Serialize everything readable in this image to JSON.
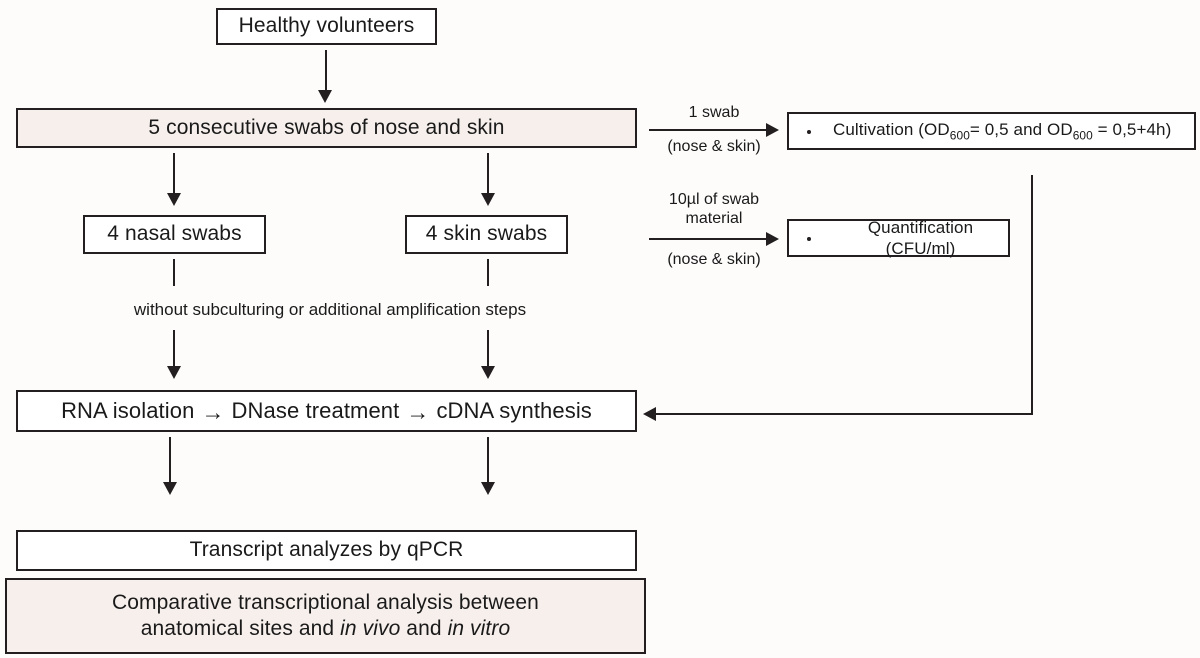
{
  "diagram": {
    "title": "Experimental workflow of nasal and skin swab sampling and transcriptional analysis",
    "colors": {
      "background": "#fdfcfb",
      "stroke": "#231f20",
      "box_fill": "#ffffff",
      "highlight_fill": "#f7efec"
    }
  },
  "nodes": {
    "healthy_volunteers": {
      "label": "Healthy volunteers"
    },
    "five_swabs": {
      "label": "5 consecutive swabs of nose and skin"
    },
    "nasal_swabs": {
      "label": "4 nasal swabs"
    },
    "skin_swabs": {
      "label": "4 skin swabs"
    },
    "rna_workflow": {
      "step1": "RNA isolation",
      "arrow1": "→",
      "step2": "DNase treatment",
      "arrow2": "→",
      "step3": "cDNA synthesis"
    },
    "qpcr": {
      "label": "Transcript analyzes by qPCR"
    },
    "comparative": {
      "line1": "Comparative transcriptional analysis between",
      "line2_part1": "anatomical sites and ",
      "line2_italic1": "in vivo",
      "line2_part2": " and ",
      "line2_italic2": "in vitro"
    },
    "cultivation": {
      "label_part1": "Cultivation (OD",
      "sub1": "600",
      "label_part2": "= 0,5 and OD",
      "sub2": "600",
      "label_part3": " = 0,5+4h)"
    },
    "quantification": {
      "label": "Quantification (CFU/ml)"
    }
  },
  "edge_labels": {
    "one_swab": {
      "above": "1 swab",
      "below": "(nose & skin)"
    },
    "ten_microliter": {
      "above": "10µl of swab material",
      "below": "(nose & skin)"
    },
    "without_subculturing": "without subculturing or additional amplification steps"
  }
}
